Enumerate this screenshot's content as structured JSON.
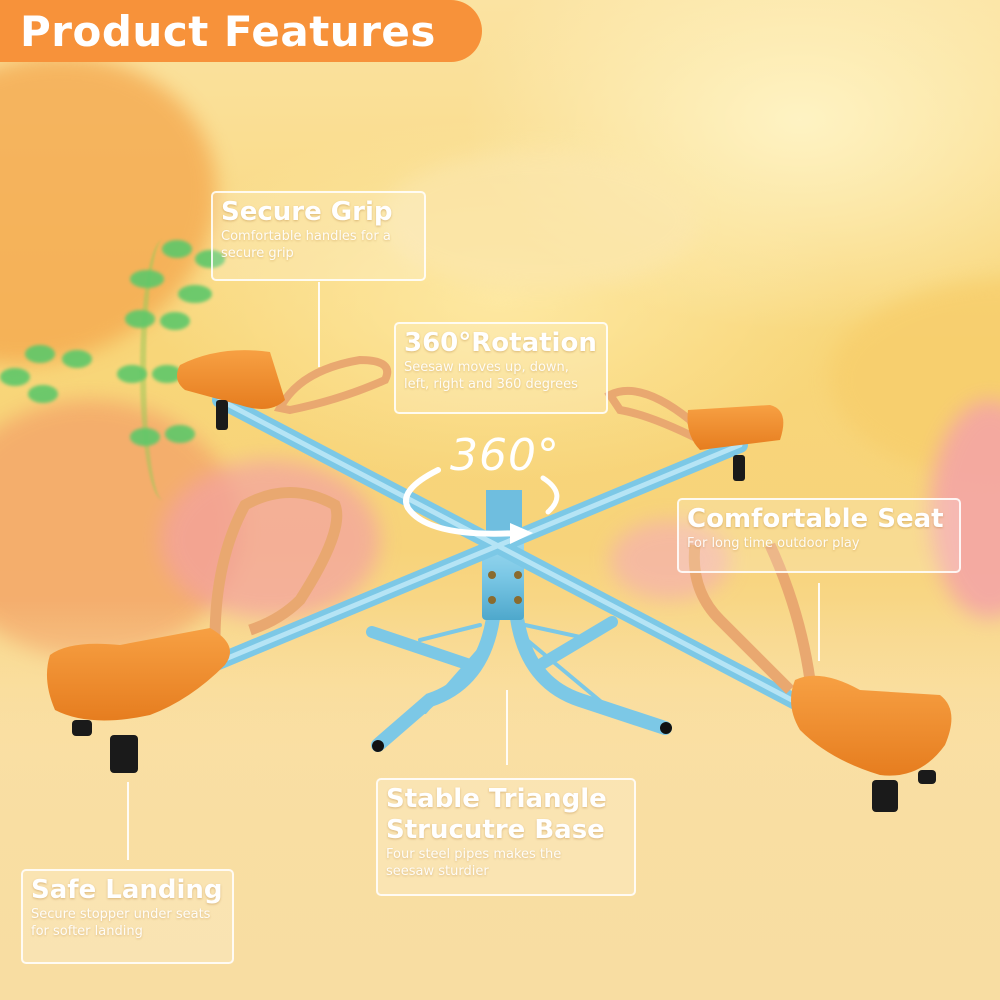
{
  "header": {
    "title": "Product Features",
    "banner_color": "#f7923a"
  },
  "badge": {
    "text": "360°",
    "icon": "rotation-arrow-icon"
  },
  "features": [
    {
      "id": "secure-grip",
      "title": "Secure Grip",
      "description": "Comfortable handles for a secure grip"
    },
    {
      "id": "rotation",
      "title": "360°Rotation",
      "description": "Seesaw moves up, down, left, right and 360 degrees"
    },
    {
      "id": "comfortable-seat",
      "title": "Comfortable Seat",
      "description": "For long time outdoor play"
    },
    {
      "id": "stable-base",
      "title": "Stable Triangle Strucutre Base",
      "description": "Four steel pipes makes the seesaw sturdier"
    },
    {
      "id": "safe-landing",
      "title": "Safe Landing",
      "description": "Secure stopper under seats for softer landing"
    }
  ],
  "colors": {
    "frame_blue": "#7cc8e6",
    "seat_orange": "#f08a2a",
    "handle_tan": "#e9a870",
    "stopper_black": "#1a1a1a",
    "background_yellow": "#f8d679"
  }
}
